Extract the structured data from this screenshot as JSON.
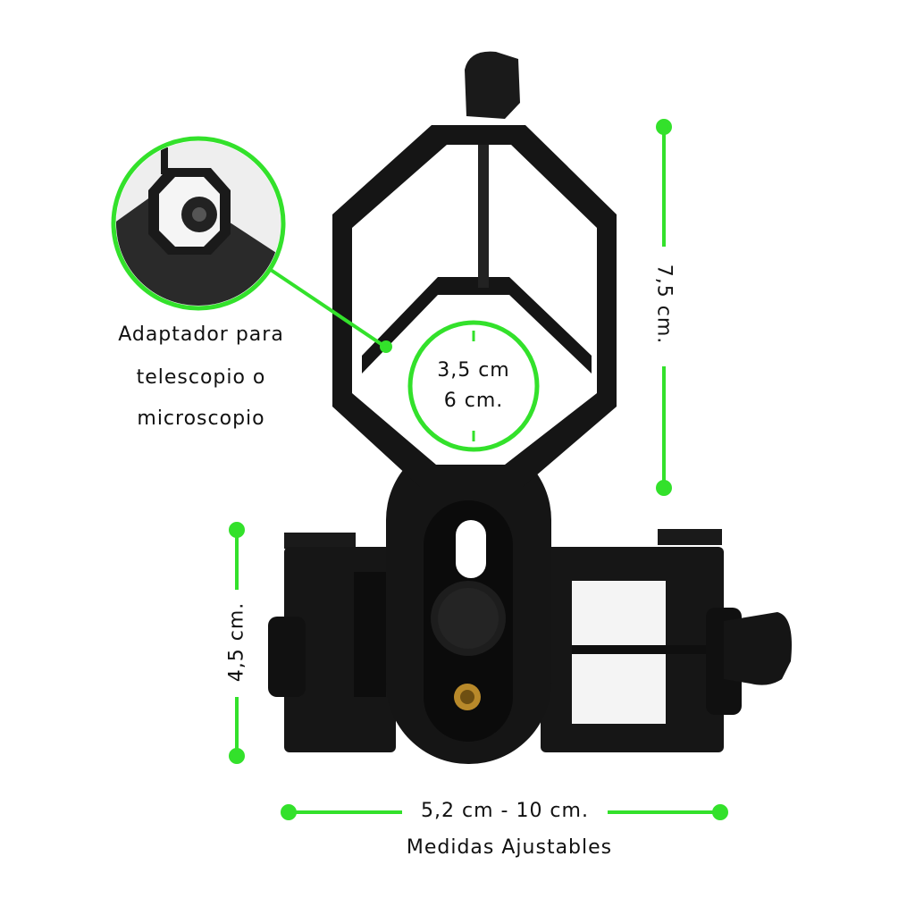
{
  "colors": {
    "accent": "#33e12b",
    "product": "#141414",
    "brass": "#b8892a",
    "text": "#111111",
    "background": "#ffffff"
  },
  "callout": {
    "line1": "Adaptador para",
    "line2": "telescopio o",
    "line3": "microscopio",
    "icon": "telescope-eyepiece-detail-icon"
  },
  "dimensions": {
    "height": "7,5 cm.",
    "clamp_height": "4,5 cm.",
    "eyepiece_min": "3,5 cm",
    "eyepiece_max": "6 cm.",
    "width_range": "5,2 cm - 10 cm."
  },
  "caption": "Medidas Ajustables"
}
